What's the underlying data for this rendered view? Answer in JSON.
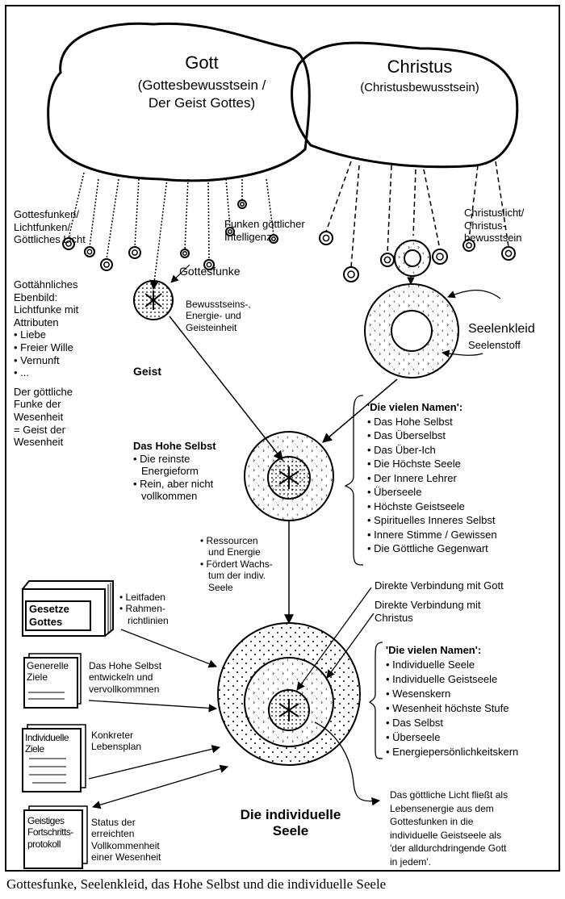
{
  "diagram": {
    "god": {
      "title": "Gott",
      "subtitle_line1": "(Gottesbewusstsein /",
      "subtitle_line2": "Der Geist Gottes)"
    },
    "christ": {
      "title": "Christus",
      "subtitle": "(Christusbewusstsein)"
    },
    "left_sparks_label": [
      "Gottesfunken/",
      "Lichtfunken/",
      "Göttliches Licht"
    ],
    "intelligence_label": [
      "Funken göttlicher",
      "Intelligenz"
    ],
    "christ_light_label": [
      "Christuslicht/",
      "Christus-",
      "bewusstsein"
    ],
    "gottesfunke_label": "Gottesfunke",
    "geist_desc": [
      "Bewusstseins-,",
      "Energie- und",
      "Geisteinheit"
    ],
    "geist_label": "Geist",
    "seelenkleid_label": "Seelenkleid",
    "seelenstoff_label": "Seelenstoff",
    "likeness": {
      "heading": [
        "Gottähnliches",
        "Ebenbild:",
        "Lichtfunke mit",
        "Attributen"
      ],
      "attributes": [
        "Liebe",
        "Freier Wille",
        "Vernunft",
        "..."
      ],
      "spark_def": [
        "Der göttliche",
        "Funke der",
        "Wesenheit",
        "= Geist der",
        "Wesenheit"
      ]
    },
    "higher_self": {
      "title": "Das Hohe Selbst",
      "points": [
        [
          "Die reinste",
          "Energieform"
        ],
        [
          "Rein, aber nicht",
          "vollkommen"
        ]
      ]
    },
    "higher_self_names": {
      "heading": "'Die vielen Namen':",
      "items": [
        "Das Hohe Selbst",
        "Das Überselbst",
        "Das Über-Ich",
        "Die Höchste Seele",
        "Der Innere Lehrer",
        "Überseele",
        "Höchste Geistseele",
        "Spirituelles Inneres Selbst",
        "Innere Stimme / Gewissen",
        "Die Göttliche Gegenwart"
      ]
    },
    "resources": {
      "points": [
        [
          "Ressourcen",
          "und Energie"
        ],
        [
          "Fördert Wachs-",
          "tum der indiv.",
          "Seele"
        ]
      ]
    },
    "laws": {
      "book_title": [
        "Gesetze",
        "Gottes"
      ],
      "points": [
        "Leitfaden",
        [
          "Rahmen-",
          "richtlinien"
        ]
      ]
    },
    "general_goals": {
      "doc_title": [
        "Generelle",
        "Ziele"
      ],
      "desc": [
        "Das Hohe Selbst",
        "entwickeln und",
        "vervollkommnen"
      ]
    },
    "individual_goals": {
      "doc_title": [
        "Individuelle",
        "Ziele"
      ],
      "desc": [
        "Konkreter",
        "Lebensplan"
      ]
    },
    "progress": {
      "doc_title": [
        "Geistiges",
        "Fortschritts-",
        "protokoll"
      ],
      "desc": [
        "Status der",
        "erreichten",
        "Vollkommenheit",
        "einer Wesenheit"
      ]
    },
    "direct_god": "Direkte Verbindung mit Gott",
    "direct_christ": [
      "Direkte Verbindung mit",
      "Christus"
    ],
    "soul_names": {
      "heading": "'Die vielen Namen':",
      "items": [
        "Individuelle Seele",
        "Individuelle Geistseele",
        "Wesenskern",
        "Wesenheit höchste Stufe",
        "Das Selbst",
        "Überseele",
        "Energiepersönlichkeitskern"
      ]
    },
    "soul_label": [
      "Die individuelle",
      "Seele"
    ],
    "light_flow": [
      "Das göttliche Licht fließt als",
      "Lebensenergie aus dem",
      "Gottesfunken in die",
      "individuelle Geistseele als",
      "'der alldurchdringende Gott",
      "in jedem'."
    ]
  },
  "caption": "Gottesfunke, Seelenkleid, das Hohe Selbst und die individuelle Seele"
}
